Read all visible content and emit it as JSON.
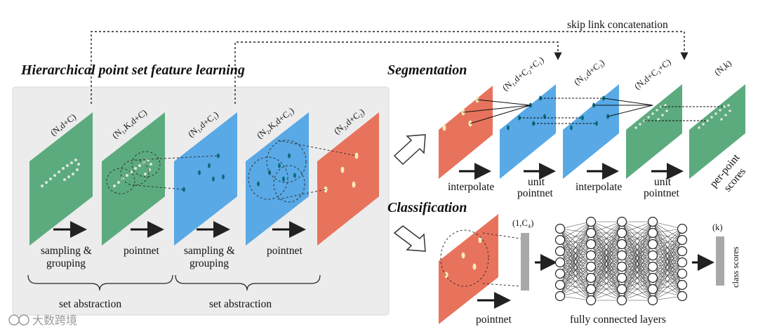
{
  "skip_link": "skip link concatenation",
  "titles": {
    "hierarchical": "Hierarchical point set feature learning",
    "segmentation": "Segmentation",
    "classification": "Classification"
  },
  "dims": {
    "n_d_c": "(N,d+C)",
    "n1_k_d_c": "(N₁,K,d+C)",
    "n1_d_c1": "(N₁,d+C₁)",
    "n2_k_d_c1": "(N₂,K,d+C₁)",
    "n2_d_c2": "(N₂,d+C₂)",
    "seg_n1_c2_c1": "(N₁,d+C₂+C₁)",
    "seg_n1_c3": "(N₁,d+C₃)",
    "seg_n_c3_c": "(N,d+C₃+C)",
    "seg_nk": "(N,k)",
    "cls_1_c4": "(1,C₄)",
    "cls_k": "(k)"
  },
  "labels": {
    "sampling_grouping_line1": "sampling &",
    "sampling_grouping_line2": "grouping",
    "pointnet": "pointnet",
    "set_abstraction": "set abstraction",
    "interpolate": "interpolate",
    "unit_pointnet_line1": "unit",
    "unit_pointnet_line2": "pointnet",
    "per_point_line1": "per-point",
    "per_point_line2": "scores",
    "class_scores": "class scores",
    "fully_connected": "fully connected layers"
  },
  "watermark": "大数跨境",
  "colors": {
    "green": "#5cab7e",
    "blue": "#58a9e6",
    "red": "#e8735c",
    "panel": "#ececec",
    "bar": "#a8a8a8",
    "point_dark": "#0b6e7a",
    "point_light": "#f7ebb8",
    "point_white": "#dfe6dc"
  }
}
